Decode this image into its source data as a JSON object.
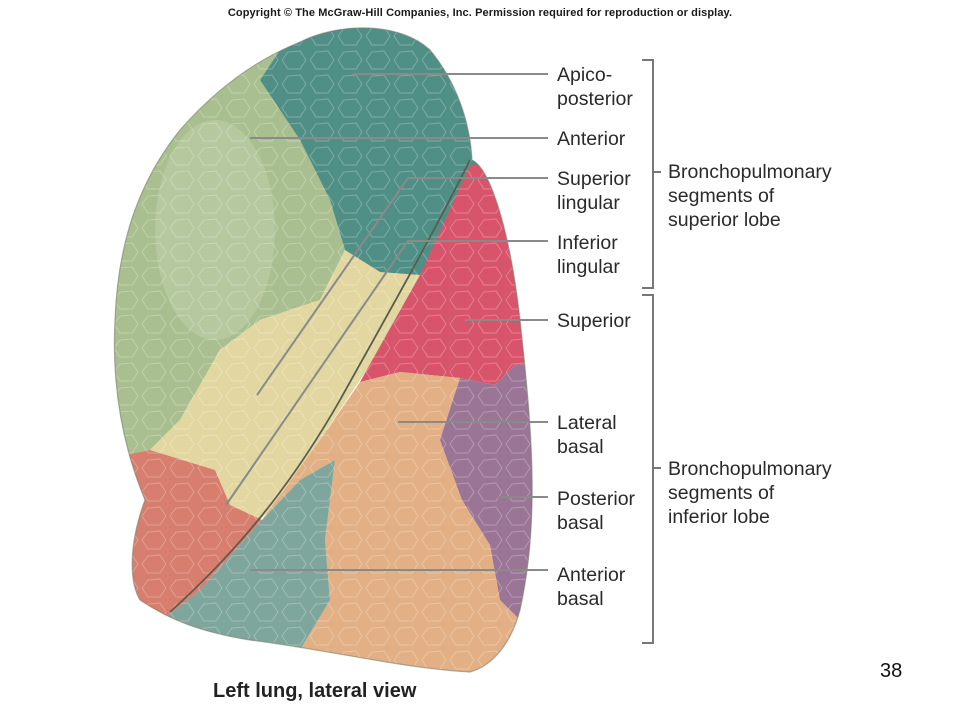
{
  "copyright": "Copyright © The McGraw-Hill Companies, Inc. Permission required for reproduction or display.",
  "caption": "Left lung, lateral view",
  "page_number": "38",
  "segments": {
    "apicoposterior": "Apico-\nposterior",
    "anterior": "Anterior",
    "superior_lingular": "Superior\nlingular",
    "inferior_lingular": "Inferior\nlingular",
    "superior": "Superior",
    "lateral_basal": "Lateral\nbasal",
    "posterior_basal": "Posterior\nbasal",
    "anterior_basal": "Anterior\nbasal"
  },
  "groups": {
    "superior_lobe": "Bronchopulmonary\nsegments of\nsuperior lobe",
    "inferior_lobe": "Bronchopulmonary\nsegments of\ninferior lobe"
  },
  "colors": {
    "apicoposterior": "#4f8f86",
    "anterior": "#a9bf8f",
    "superior_lingular": "#e2d7a0",
    "inferior_lingular": "#d77e6e",
    "superior": "#d8546a",
    "lateral_basal": "#e2b084",
    "posterior_basal": "#9a7596",
    "anterior_basal": "#7fa69c"
  }
}
